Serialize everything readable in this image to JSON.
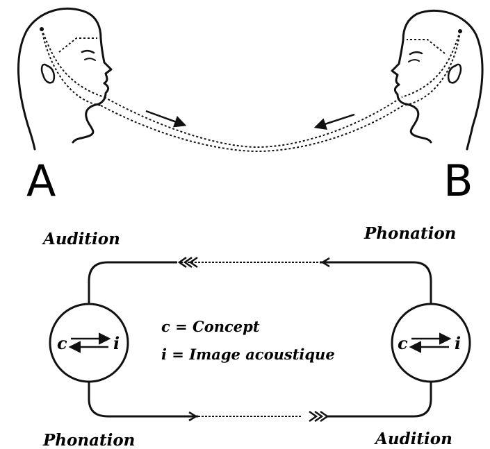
{
  "speakers": {
    "left": "A",
    "right": "B"
  },
  "labels": {
    "top_left": "Audition",
    "top_right": "Phonation",
    "bottom_left": "Phonation",
    "bottom_right": "Audition"
  },
  "legend": {
    "concept": "c = Concept",
    "image": "i = Image acoustique"
  },
  "circle_letters": {
    "c": "c",
    "i": "i"
  }
}
